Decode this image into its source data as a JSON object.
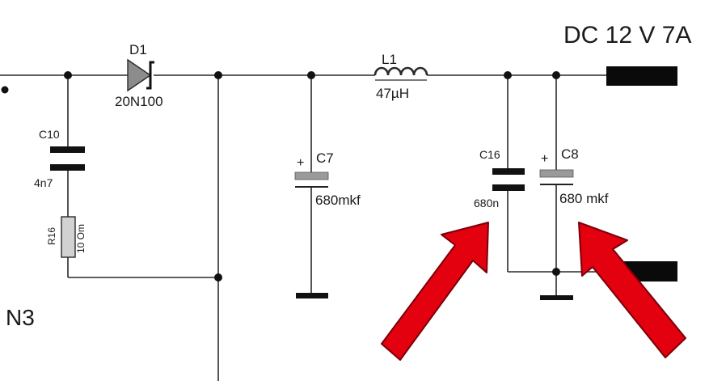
{
  "output_label": "DC 12 V 7A",
  "net_label": "N3",
  "components": {
    "d1": {
      "ref": "D1",
      "value": "20N100"
    },
    "l1": {
      "ref": "L1",
      "value": "47µH"
    },
    "c10": {
      "ref": "C10",
      "value": "4n7"
    },
    "r16": {
      "ref": "R16",
      "value": "10 Om"
    },
    "c7": {
      "ref": "C7",
      "value": "680mkf",
      "polarity": "+"
    },
    "c16": {
      "ref": "C16",
      "value": "680n"
    },
    "c8": {
      "ref": "C8",
      "value": "680 mkf",
      "polarity": "+"
    }
  },
  "colors": {
    "wire": "#2a2a2a",
    "capacitor_plate": "#111111",
    "electrolytic_plate": "#9a9a9a",
    "arrow": "#e3000f",
    "terminal": "#0a0a0a"
  }
}
